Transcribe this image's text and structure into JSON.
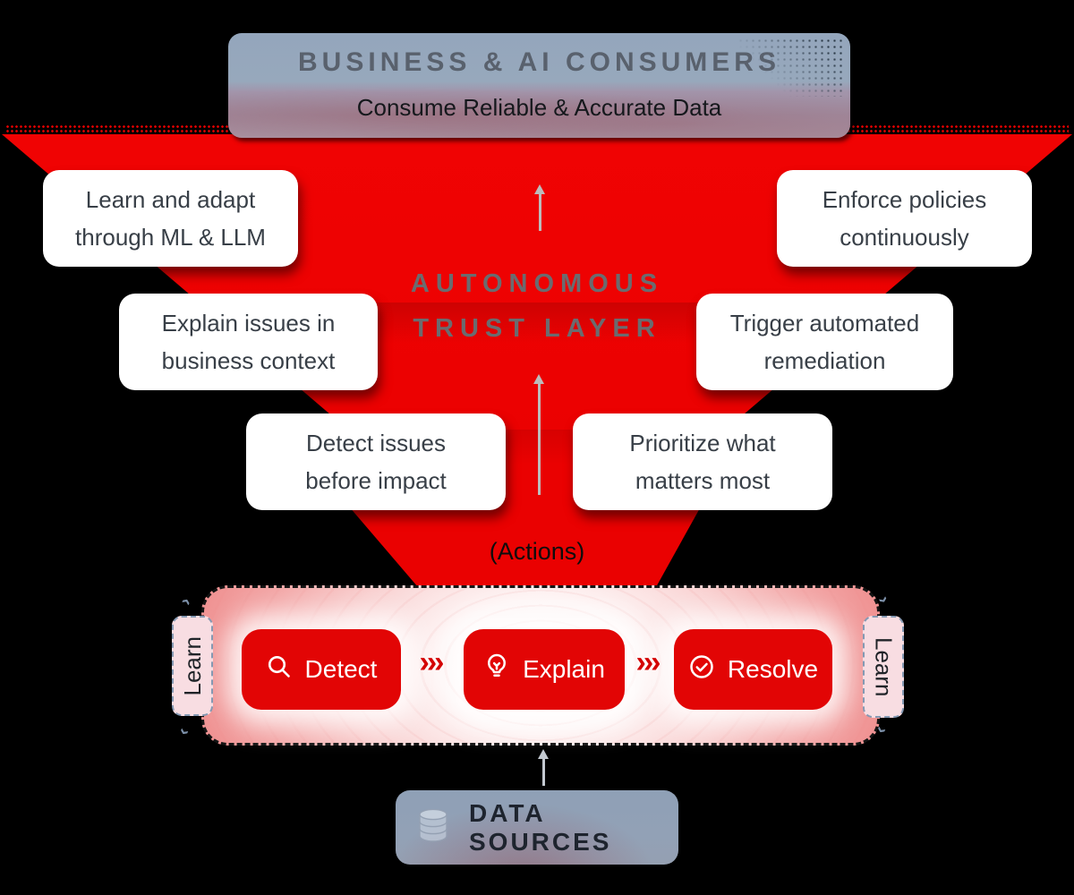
{
  "header": {
    "title": "BUSINESS & AI CONSUMERS",
    "subtitle": "Consume Reliable & Accurate Data"
  },
  "funnel": {
    "title_line1": "AUTONOMOUS",
    "title_line2": "TRUST LAYER",
    "actions_label": "(Actions)",
    "cards": [
      {
        "line1": "Learn and adapt",
        "line2": "through ML & LLM"
      },
      {
        "line1": "Enforce policies",
        "line2": "continuously"
      },
      {
        "line1": "Explain issues in",
        "line2": "business context"
      },
      {
        "line1": "Trigger automated",
        "line2": "remediation"
      },
      {
        "line1": "Detect issues",
        "line2": "before impact"
      },
      {
        "line1": "Prioritize what",
        "line2": "matters most"
      }
    ]
  },
  "pipeline": {
    "left_loop_label": "Learn",
    "right_loop_label": "Learn",
    "separator": "›››",
    "steps": [
      {
        "label": "Detect",
        "icon": "magnifier-icon"
      },
      {
        "label": "Explain",
        "icon": "lightbulb-icon"
      },
      {
        "label": "Resolve",
        "icon": "check-circle-icon"
      }
    ]
  },
  "data_sources": {
    "label": "DATA SOURCES",
    "icon": "database-icon"
  },
  "colors": {
    "background": "#000000",
    "funnel_red": "#ec0101",
    "button_red": "#e20505",
    "chevron_red": "#d40303",
    "header_bg": "#97a8bc",
    "header_title": "#59616d",
    "card_bg": "#ffffff",
    "card_text": "#383f47",
    "center_title": "#6b6b6f",
    "pipeline_edge_pink": "#ee8b8b",
    "pill_bg": "#f8dde2",
    "pill_border": "#8499b3",
    "arrow_gray": "#bcbcbc",
    "data_sources_bg": "#8fa0b6"
  }
}
